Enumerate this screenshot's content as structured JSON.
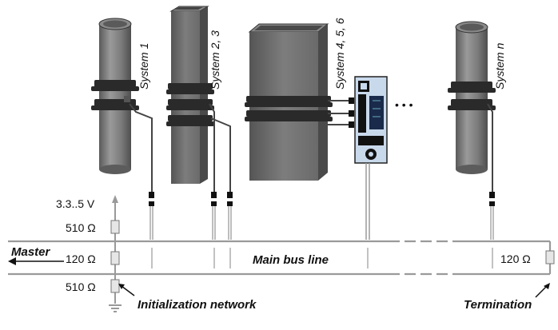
{
  "systems": {
    "s1": "System 1",
    "s2": "System 2, 3",
    "s3": "System 4, 5, 6",
    "sn": "System n",
    "ellipsis": "• • •"
  },
  "voltage": "3.3..5 V",
  "resistors": {
    "top": "510 Ω",
    "mid": "120 Ω",
    "bottom": "510 Ω",
    "termination": "120 Ω"
  },
  "labels": {
    "master": "Master",
    "bus": "Main bus line",
    "init": "Initialization network",
    "termination": "Termination"
  },
  "colors": {
    "pipe": "#7a7a7a",
    "pipe_dark": "#4a4a4a",
    "clamp": "#2a2a2a",
    "display_bg": "#c9d9ec",
    "bus_line": "#9a9a9a"
  }
}
